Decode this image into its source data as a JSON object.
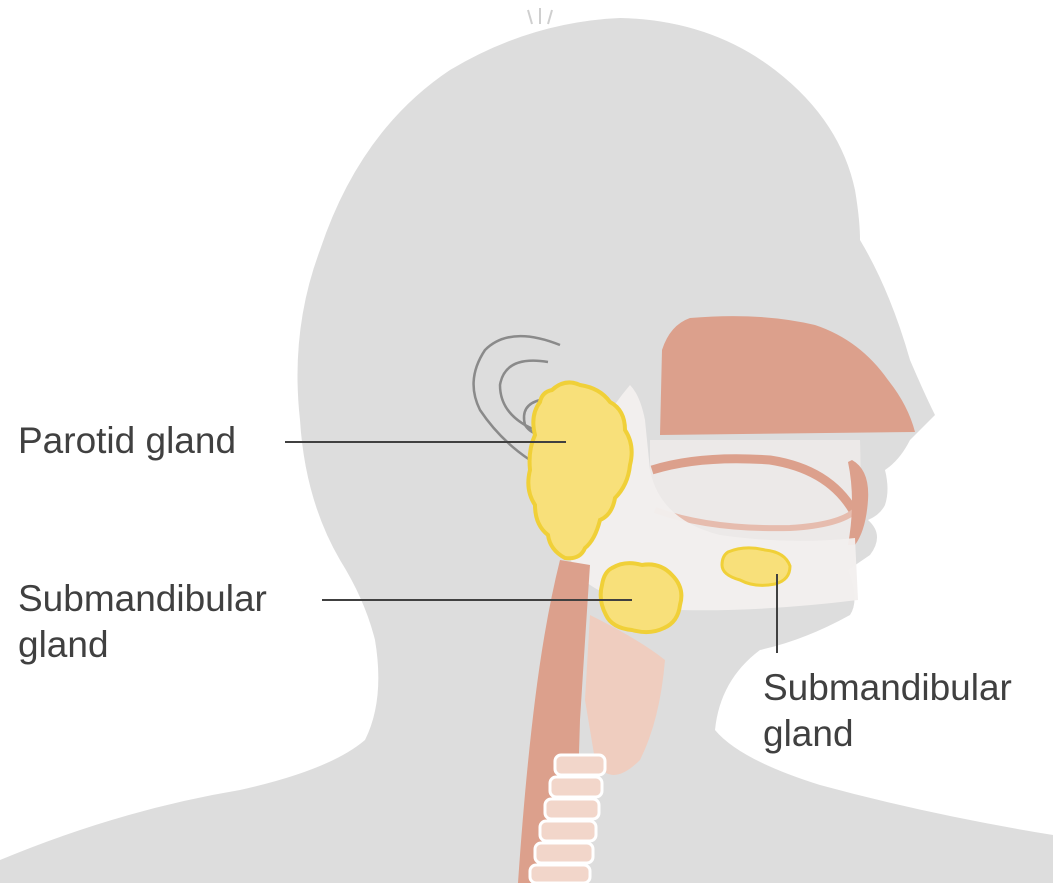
{
  "labels": {
    "parotid": "Parotid gland",
    "submandibular_left": {
      "line1": "Submandibular",
      "line2": "gland"
    },
    "submandibular_right": {
      "line1": "Submandibular",
      "line2": "gland"
    }
  },
  "colors": {
    "background": "#ffffff",
    "head_silhouette": "#dddddd",
    "airway": "#dca08c",
    "jaw_bone": "#f2efee",
    "gland_fill": "#f8e07a",
    "gland_outline": "#f0d038",
    "text": "#404040",
    "leader_line": "#404040"
  }
}
